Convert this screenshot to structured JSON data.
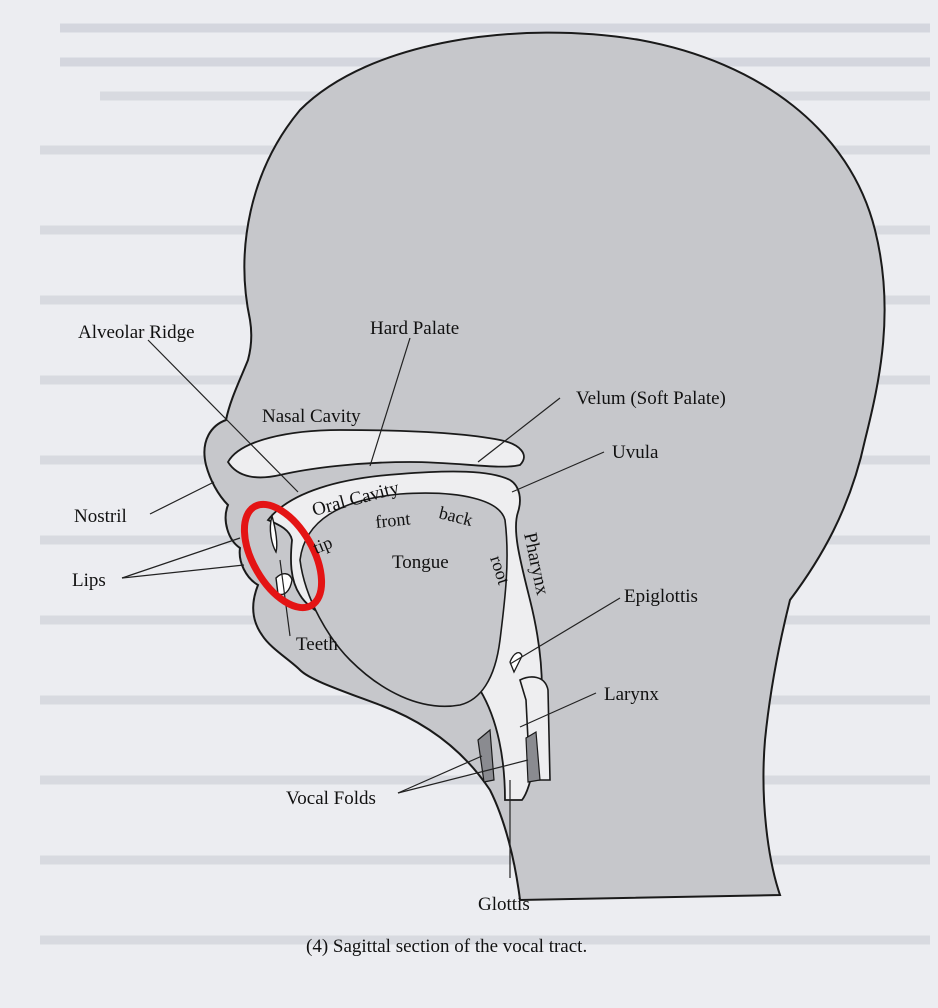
{
  "figure": {
    "caption": "(4)  Sagittal section of the vocal tract."
  },
  "labels": {
    "alveolar_ridge": "Alveolar Ridge",
    "hard_palate": "Hard Palate",
    "nasal_cavity": "Nasal Cavity",
    "velum": "Velum (Soft Palate)",
    "uvula": "Uvula",
    "oral_cavity": "Oral Cavity",
    "nostril": "Nostril",
    "tip": "tip",
    "front": "front",
    "back": "back",
    "tongue": "Tongue",
    "root": "root",
    "pharynx": "Pharynx",
    "lips": "Lips",
    "teeth": "Teeth",
    "epiglottis": "Epiglottis",
    "larynx": "Larynx",
    "vocal_folds": "Vocal Folds",
    "glottis": "Glottis"
  },
  "highlight": {
    "shape": "ellipse",
    "color": "#e41414",
    "target": "Lips / Teeth / tip"
  },
  "colors": {
    "head_fill": "#c6c7cb",
    "cavity_fill": "#eeeef0",
    "outline": "#1a1a1a",
    "page_bg": "#ecedf1"
  }
}
